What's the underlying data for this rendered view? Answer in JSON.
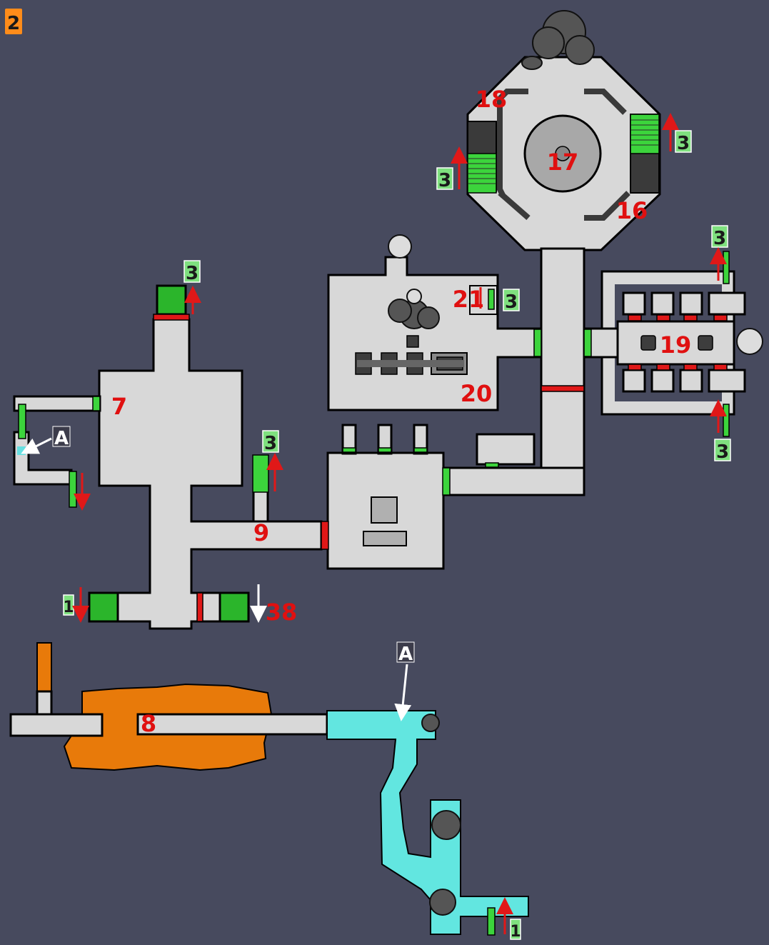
{
  "current_floor": "2",
  "rooms": {
    "r7": "7",
    "r8": "8",
    "r9": "9",
    "r16": "16",
    "r17": "17",
    "r18": "18",
    "r19": "19",
    "r20": "20",
    "r21": "21",
    "r38": "38"
  },
  "floor_links": {
    "to3_a": "3",
    "to3_b": "3",
    "to3_c": "3",
    "to3_d": "3",
    "to3_e": "3",
    "to3_f": "3",
    "to3_g": "3",
    "to1_a": "1",
    "to1_b": "1"
  },
  "markers": {
    "a_top": "A",
    "a_bottom": "A"
  },
  "colors": {
    "background": "#474a5e",
    "room": "#d8d8d8",
    "door_open": "#3cd43c",
    "door_locked": "#e01818",
    "water": "#62e6e0",
    "lava": "#e87a0a"
  }
}
